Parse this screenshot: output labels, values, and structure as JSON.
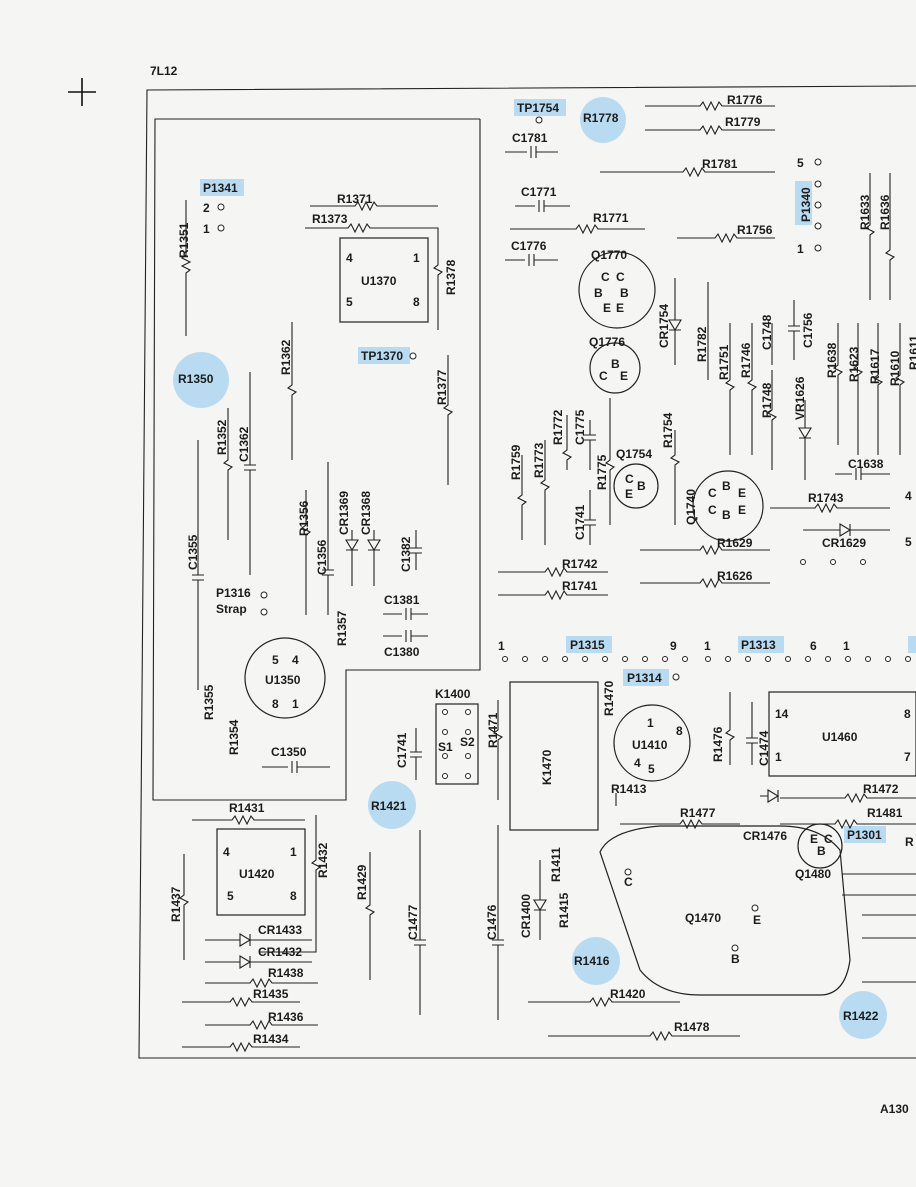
{
  "page": {
    "header_code": "7L12",
    "page_ref": "A130"
  },
  "colors": {
    "highlight": "#b9dbf2",
    "ink": "#1c1c1c",
    "paper": "#f5f5f3"
  },
  "labels": {
    "tp1754": "TP1754",
    "r1778": "R1778",
    "r1776": "R1776",
    "r1779": "R1779",
    "c1781": "C1781",
    "r1781": "R1781",
    "p1340": "P1340",
    "pin5": "5",
    "pin1": "1",
    "r1633": "R1633",
    "r1636": "R1636",
    "c1771": "C1771",
    "r1771": "R1771",
    "r1756": "R1756",
    "c1776": "C1776",
    "q1770": "Q1770",
    "q1770_c1": "C",
    "q1770_c2": "C",
    "q1770_b1": "B",
    "q1770_b2": "B",
    "q1770_e1": "E",
    "q1770_e2": "E",
    "p1341": "P1341",
    "p1341_2": "2",
    "p1341_1": "1",
    "r1371": "R1371",
    "r1373": "R1373",
    "u1370": "U1370",
    "u1370_4": "4",
    "u1370_1": "1",
    "u1370_5": "5",
    "u1370_8": "8",
    "r1378": "R1378",
    "r1351": "R1351",
    "cr1754": "CR1754",
    "r1782": "R1782",
    "r1751": "R1751",
    "r1746": "R1746",
    "c1748": "C1748",
    "c1756": "C1756",
    "r1638": "R1638",
    "r1623": "R1623",
    "r1617": "R1617",
    "r1610": "R1610",
    "r1611": "R1611",
    "q1776": "Q1776",
    "q1776_b": "B",
    "q1776_c": "C",
    "q1776_e": "E",
    "r1350": "R1350",
    "r1362": "R1362",
    "tp1370": "TP1370",
    "r1377": "R1377",
    "r1748": "R1748",
    "vr1626": "VR1626",
    "r1352": "R1352",
    "c1362": "C1362",
    "r1759": "R1759",
    "r1773": "R1773",
    "r1772": "R1772",
    "c1775": "C1775",
    "r1775": "R1775",
    "q1754": "Q1754",
    "q1754_c": "C",
    "q1754_b": "B",
    "q1754_e": "E",
    "r1754": "R1754",
    "c1638": "C1638",
    "c1741a": "C1741",
    "q1740": "Q1740",
    "q1740_c1": "C",
    "q1740_b1": "B",
    "q1740_e1": "E",
    "q1740_c2": "C",
    "q1740_b2": "B",
    "q1740_e2": "E",
    "r1743": "R1743",
    "cr1629": "CR1629",
    "pin4r": "4",
    "pin5r": "5",
    "r1356": "R1356",
    "c1356": "C1356",
    "cr1369": "CR1369",
    "cr1368": "CR1368",
    "c1382": "C1382",
    "c1355": "C1355",
    "r1629": "R1629",
    "r1742": "R1742",
    "r1741": "R1741",
    "r1626": "R1626",
    "p1316": "P1316",
    "strap": "Strap",
    "r1357": "R1357",
    "c1381": "C1381",
    "c1380": "C1380",
    "conn_1a": "1",
    "p1315": "P1315",
    "conn_9": "9",
    "conn_1b": "1",
    "p1313": "P1313",
    "conn_6": "6",
    "conn_1c": "1",
    "u1350": "U1350",
    "u1350_5": "5",
    "u1350_4": "4",
    "u1350_8": "8",
    "u1350_1": "1",
    "k1400": "K1400",
    "s1": "S1",
    "s2": "S2",
    "p1314": "P1314",
    "r1470": "R1470",
    "r1471": "R1471",
    "k1470": "K1470",
    "u1410": "U1410",
    "u1410_1": "1",
    "u1410_8": "8",
    "u1410_4": "4",
    "u1410_5": "5",
    "r1476": "R1476",
    "c1474": "C1474",
    "u1460": "U1460",
    "u1460_14": "14",
    "u1460_8": "8",
    "u1460_1": "1",
    "u1460_7": "7",
    "r1355": "R1355",
    "r1354": "R1354",
    "c1741b": "C1741",
    "c1350": "C1350",
    "r1413": "R1413",
    "r1477": "R1477",
    "r1472": "R1472",
    "r1481": "R1481",
    "cr1476": "CR1476",
    "p1301": "P1301",
    "r_edge": "R",
    "q1480": "Q1480",
    "q1480_e": "E",
    "q1480_c": "C",
    "q1480_b": "B",
    "r1431": "R1431",
    "r1421": "R1421",
    "u1420": "U1420",
    "u1420_4": "4",
    "u1420_1": "1",
    "u1420_5": "5",
    "u1420_8": "8",
    "r1432": "R1432",
    "r1437": "R1437",
    "r1429": "R1429",
    "c1477": "C1477",
    "c1476": "C1476",
    "cr1400": "CR1400",
    "r1411": "R1411",
    "r1415": "R1415",
    "q1470": "Q1470",
    "q1470_c": "C",
    "q1470_e": "E",
    "q1470_b": "B",
    "cr1433": "CR1433",
    "cr1432": "CR1432",
    "r1438": "R1438",
    "r1416": "R1416",
    "r1435": "R1435",
    "r1436": "R1436",
    "r1420": "R1420",
    "r1434": "R1434",
    "r1478": "R1478",
    "r1422": "R1422"
  }
}
